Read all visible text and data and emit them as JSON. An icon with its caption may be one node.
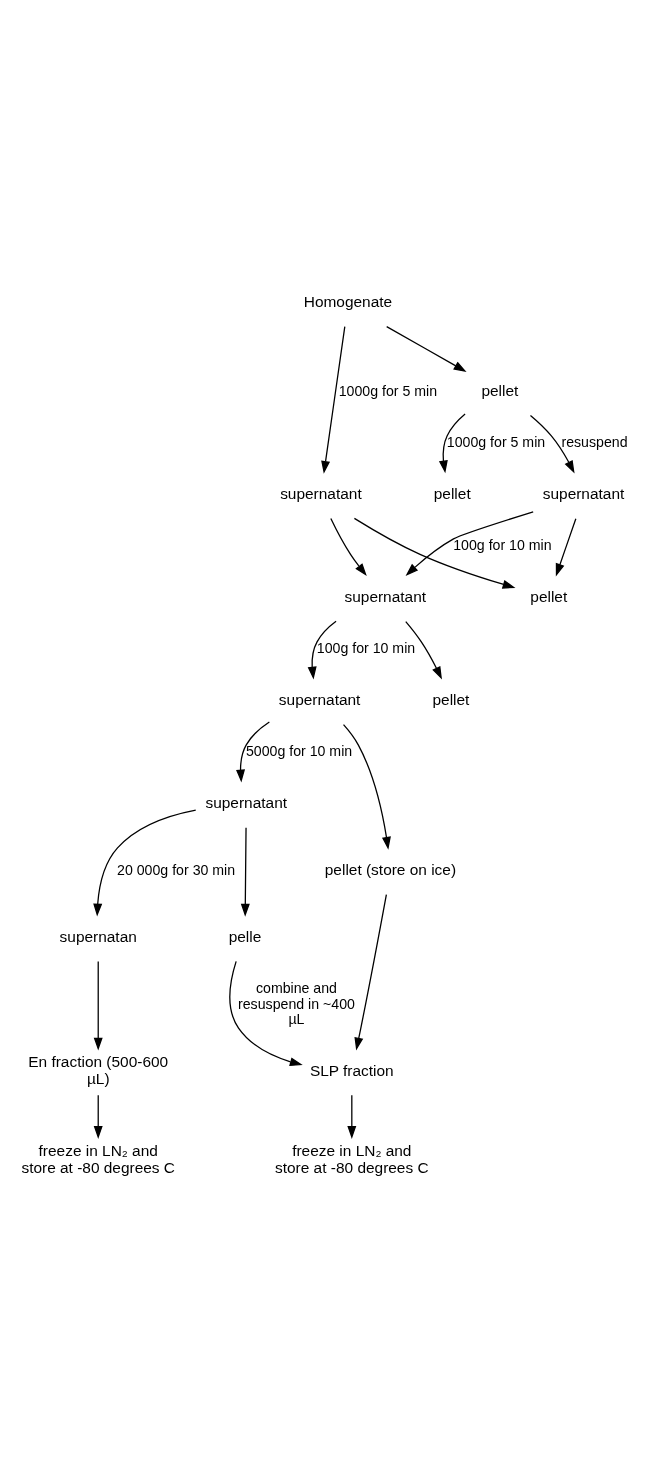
{
  "diagram": {
    "nodes": [
      {
        "text": [
          "Homogenate"
        ]
      },
      {
        "text": [
          "supernatant"
        ]
      },
      {
        "text": [
          "pellet"
        ]
      },
      {
        "text": [
          "supernatant"
        ]
      },
      {
        "text": [
          "pellet"
        ]
      },
      {
        "text": [
          "supernatant"
        ]
      },
      {
        "text": [
          "pellet"
        ]
      },
      {
        "text": [
          "supernatant"
        ]
      },
      {
        "text": [
          "pellet"
        ]
      },
      {
        "text": [
          "supernatant"
        ]
      },
      {
        "text": [
          "pellet (store on ice)"
        ]
      },
      {
        "text": [
          "supernatan"
        ]
      },
      {
        "text": [
          "pelle"
        ]
      },
      {
        "text": [
          "En fraction (500-600 µL)"
        ]
      },
      {
        "text": [
          "SLP fraction"
        ]
      },
      {
        "text": [
          "freeze in LN₂ and store at -80 degrees C"
        ]
      },
      {
        "text": [
          "freeze in LN₂ and store at -80 degrees C"
        ]
      }
    ],
    "edges": [
      {
        "from": 0,
        "to": 1,
        "arrow": "to",
        "label": "1000g for 5 min"
      },
      {
        "from": 0,
        "to": 2,
        "arrow": "to"
      },
      {
        "from": 2,
        "to": 3,
        "arrow": "to",
        "label": "resuspend"
      },
      {
        "from": 2,
        "to": 4,
        "arrow": "to",
        "label": "1000g for 5 min"
      },
      {
        "from": 1,
        "to": 5,
        "arrow": "to"
      },
      {
        "from": 3,
        "to": 5,
        "arrow": "to",
        "label": "100g for 10 min"
      },
      {
        "from": 1,
        "to": 6,
        "arrow": "to"
      },
      {
        "from": 3,
        "to": 6,
        "arrow": "to"
      },
      {
        "from": 5,
        "to": 7,
        "arrow": "to",
        "label": "100g for 10 min"
      },
      {
        "from": 5,
        "to": 8,
        "arrow": "to"
      },
      {
        "from": 7,
        "to": 9,
        "arrow": "to",
        "label": "5000g for 10 min"
      },
      {
        "from": 7,
        "to": 10,
        "arrow": "to"
      },
      {
        "from": 9,
        "to": 11,
        "arrow": "to",
        "label": "20 000g for 30 min"
      },
      {
        "from": 9,
        "to": 12,
        "arrow": "to"
      },
      {
        "from": 11,
        "to": 13,
        "arrow": "to"
      },
      {
        "from": 10,
        "to": 14,
        "arrow": "to"
      },
      {
        "from": 12,
        "to": 14,
        "arrow": "to",
        "label": "combine and resuspend in ~400 µL"
      },
      {
        "from": 13,
        "to": 15,
        "arrow": "to"
      },
      {
        "from": 14,
        "to": 16,
        "arrow": "to"
      }
    ]
  }
}
